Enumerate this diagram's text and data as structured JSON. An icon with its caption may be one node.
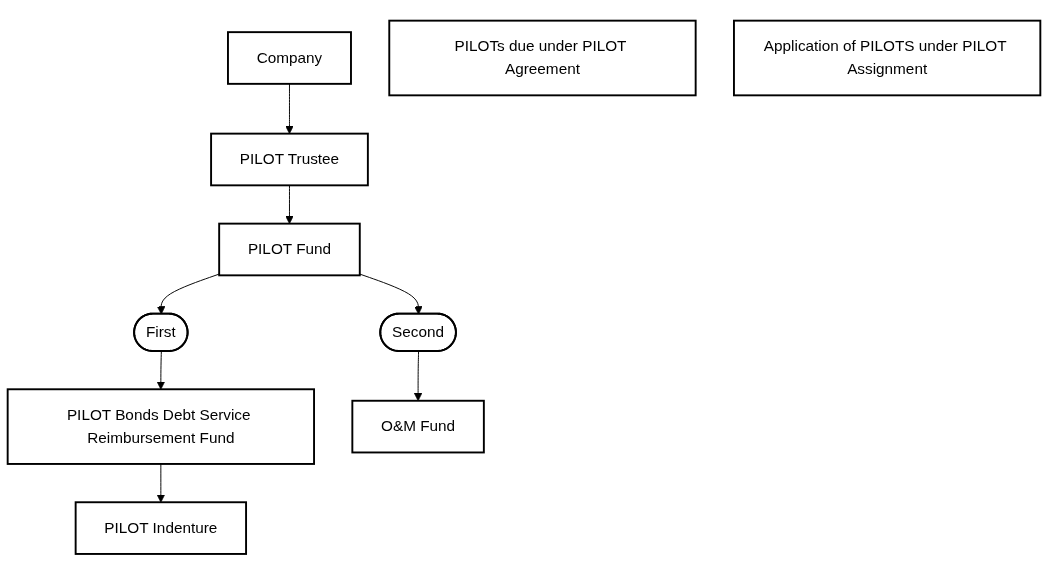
{
  "diagram": {
    "nodes": [
      {
        "text": [
          "Company"
        ]
      },
      {
        "text": [
          "PILOTs due under PILOT Agreement"
        ]
      },
      {
        "text": [
          "PILOT Trustee"
        ]
      },
      {
        "text": [
          "Application of PILOTS under PILOT Assignment"
        ]
      },
      {
        "text": [
          "PILOT Fund"
        ]
      },
      {
        "text": [
          "First"
        ]
      },
      {
        "text": [
          "PILOT Bonds Debt Service Reimbursement Fund"
        ]
      },
      {
        "text": [
          "PILOT Indenture"
        ]
      },
      {
        "text": [
          "Second"
        ]
      },
      {
        "text": [
          "O&M Fund"
        ]
      }
    ],
    "edges": [
      {
        "from": 0,
        "to": 2,
        "arrow": "to"
      },
      {
        "from": 2,
        "to": 4,
        "arrow": "to"
      },
      {
        "from": 4,
        "to": 5,
        "arrow": "to"
      },
      {
        "from": 4,
        "to": 8,
        "arrow": "to"
      },
      {
        "from": 5,
        "to": 6,
        "arrow": "to"
      },
      {
        "from": 6,
        "to": 7,
        "arrow": "to"
      },
      {
        "from": 8,
        "to": 9,
        "arrow": "to"
      }
    ]
  }
}
